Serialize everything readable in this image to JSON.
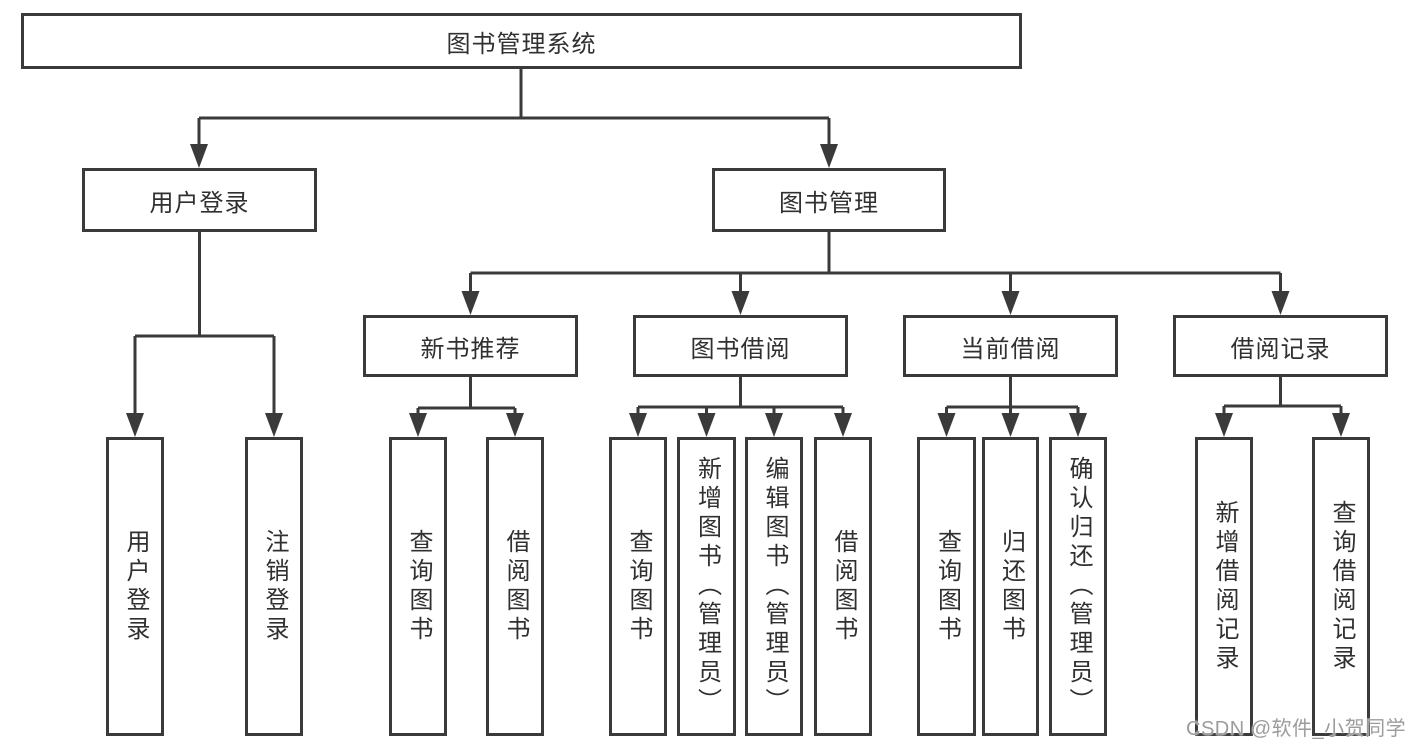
{
  "root": {
    "label": "图书管理系统"
  },
  "level1": [
    {
      "label": "用户登录"
    },
    {
      "label": "图书管理"
    }
  ],
  "level2": [
    {
      "label": "新书推荐"
    },
    {
      "label": "图书借阅"
    },
    {
      "label": "当前借阅"
    },
    {
      "label": "借阅记录"
    }
  ],
  "leaves": [
    {
      "label": "用户登录"
    },
    {
      "label": "注销登录"
    },
    {
      "label": "查询图书"
    },
    {
      "label": "借阅图书"
    },
    {
      "label": "查询图书"
    },
    {
      "label": "新增图书（管理员）"
    },
    {
      "label": "编辑图书（管理员）"
    },
    {
      "label": "借阅图书"
    },
    {
      "label": "查询图书"
    },
    {
      "label": "归还图书"
    },
    {
      "label": "确认归还（管理员）"
    },
    {
      "label": "新增借阅记录"
    },
    {
      "label": "查询借阅记录"
    }
  ],
  "watermark": "CSDN @软件_小贺同学",
  "colors": {
    "line": "#3a3a3a",
    "text": "#303030",
    "background": "#ffffff",
    "watermark": "#9c9c9c"
  }
}
